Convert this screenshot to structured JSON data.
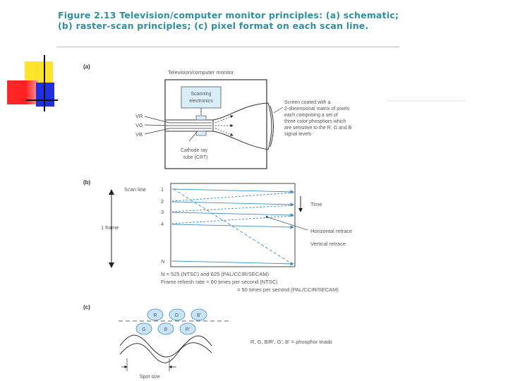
{
  "title": "Figure 2.13  Television/computer monitor principles: (a) schematic; (b) raster-scan principles; (c) pixel format on each scan line.",
  "colors": {
    "title": "#2f8f9f",
    "accent_blue": "#3a8fc0",
    "deco_yellow": "#ffe42b",
    "deco_red": "#ff2020",
    "deco_blue": "#2030e0"
  },
  "part_a": {
    "tag": "(a)",
    "monitor_label": "Television/computer monitor",
    "scanning_line1": "Scanning",
    "scanning_line2": "electronics",
    "inputs": [
      "VR",
      "VG",
      "VB"
    ],
    "screen_line1": "Screen coated with a",
    "screen_line2": "2-dimensional matrix of pixels",
    "screen_line3": "each comprising a set of",
    "screen_line4": "three color phosphors which",
    "screen_line5": "are sensitive to the R, G and B",
    "screen_line6": "signal levels",
    "crt_line1": "Cathode ray",
    "crt_line2": "tube (CRT)"
  },
  "part_b": {
    "tag": "(b)",
    "scan_line_label": "Scan line",
    "line_numbers": [
      "1",
      "2",
      "3",
      "4",
      "N"
    ],
    "frame_label": "1 frame",
    "time_label": "Time",
    "horizontal_retrace": "Horizontal retrace",
    "vertical_retrace": "Vertical retrace",
    "note1": "N = 525 (NTSC) and 625 (PAL/CCIR/SECAM)",
    "note2": "Frame refresh rate = 60 times per second (NTSC)",
    "note3": "= 50 times per second (PAL/CCIR/SECAM)"
  },
  "part_c": {
    "tag": "(c)",
    "triad_top": [
      "R",
      "G'",
      "B'"
    ],
    "triad_bottom": [
      "G",
      "B",
      "R'"
    ],
    "legend": "R, G, B/R', G', B' = phosphor triads",
    "spot_size": "Spot size"
  }
}
